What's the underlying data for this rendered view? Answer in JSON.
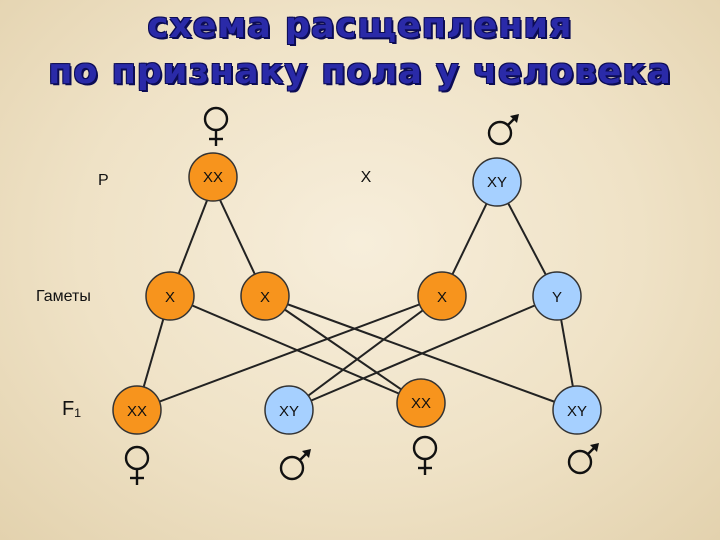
{
  "title": {
    "line1": "схема расщепления",
    "line2": "по признаку пола у человека"
  },
  "row_labels": {
    "parents": "P",
    "gametes": "Гаметы",
    "offspring": "F₁"
  },
  "parents": {
    "mother_genotype": "XX",
    "cross_symbol": "X",
    "father_genotype": "XY"
  },
  "gametes": [
    "X",
    "X",
    "X",
    "Y"
  ],
  "offspring": [
    "XX",
    "XY",
    "XX",
    "XY"
  ],
  "colors": {
    "female_node": "#f7941d",
    "male_node": "#a6d0ff",
    "node_stroke": "#333333",
    "line": "#222222",
    "title": "#2a2aa8"
  },
  "icons": {
    "female": "female-symbol-icon",
    "male": "male-symbol-icon"
  }
}
